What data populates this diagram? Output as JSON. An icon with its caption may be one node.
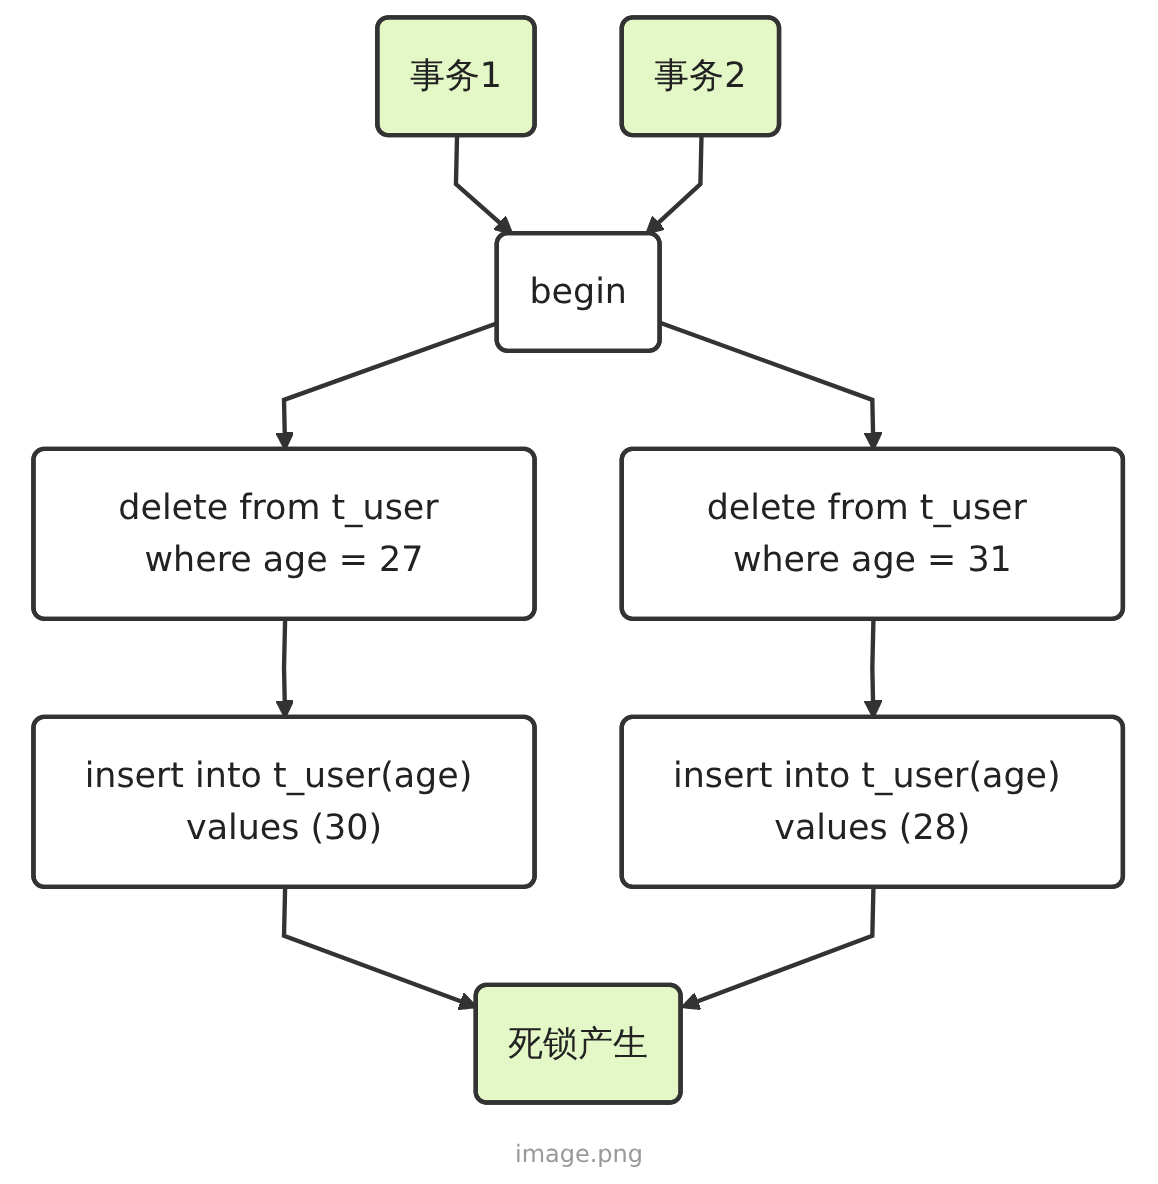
{
  "diagram": {
    "caption": "image.png",
    "nodes": [
      {
        "text": [
          "事务1"
        ]
      },
      {
        "text": [
          "事务2"
        ]
      },
      {
        "text": [
          "begin"
        ]
      },
      {
        "text": [
          "delete from t_user where age = 27"
        ]
      },
      {
        "text": [
          "delete from t_user where age = 31"
        ]
      },
      {
        "text": [
          "insert into t_user(age) values (30)"
        ]
      },
      {
        "text": [
          "insert into t_user(age) values (28)"
        ]
      },
      {
        "text": [
          "死锁产生"
        ]
      }
    ],
    "edges": [
      {
        "from": 0,
        "to": 2,
        "arrow": "to"
      },
      {
        "from": 1,
        "to": 2,
        "arrow": "to"
      },
      {
        "from": 2,
        "to": 3,
        "arrow": "to"
      },
      {
        "from": 2,
        "to": 4,
        "arrow": "to"
      },
      {
        "from": 3,
        "to": 5,
        "arrow": "to"
      },
      {
        "from": 4,
        "to": 6,
        "arrow": "to"
      },
      {
        "from": 5,
        "to": 7,
        "arrow": "to"
      },
      {
        "from": 6,
        "to": 7,
        "arrow": "to"
      }
    ]
  }
}
